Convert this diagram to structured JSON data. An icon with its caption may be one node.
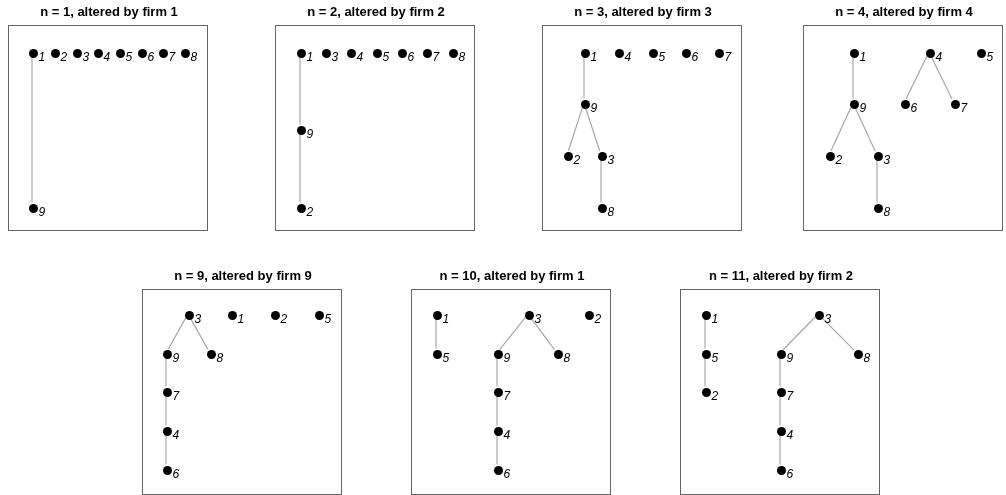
{
  "diagram": {
    "nodes": [
      {
        "text": [
          "n = 1, altered by firm 1"
        ]
      },
      {
        "text": [
          "1"
        ],
        "in": 0
      },
      {
        "text": [
          "2"
        ],
        "in": 0
      },
      {
        "text": [
          "3"
        ],
        "in": 0
      },
      {
        "text": [
          "4"
        ],
        "in": 0
      },
      {
        "text": [
          "5"
        ],
        "in": 0
      },
      {
        "text": [
          "6"
        ],
        "in": 0
      },
      {
        "text": [
          "7"
        ],
        "in": 0
      },
      {
        "text": [
          "8"
        ],
        "in": 0
      },
      {
        "text": [
          "9"
        ],
        "in": 0
      },
      {
        "text": [
          "n = 2, altered by firm 2"
        ]
      },
      {
        "text": [
          "1"
        ],
        "in": 10
      },
      {
        "text": [
          "3"
        ],
        "in": 10
      },
      {
        "text": [
          "4"
        ],
        "in": 10
      },
      {
        "text": [
          "5"
        ],
        "in": 10
      },
      {
        "text": [
          "6"
        ],
        "in": 10
      },
      {
        "text": [
          "7"
        ],
        "in": 10
      },
      {
        "text": [
          "8"
        ],
        "in": 10
      },
      {
        "text": [
          "9"
        ],
        "in": 10
      },
      {
        "text": [
          "2"
        ],
        "in": 10
      },
      {
        "text": [
          "n = 3, altered by firm 3"
        ]
      },
      {
        "text": [
          "1"
        ],
        "in": 20
      },
      {
        "text": [
          "4"
        ],
        "in": 20
      },
      {
        "text": [
          "5"
        ],
        "in": 20
      },
      {
        "text": [
          "6"
        ],
        "in": 20
      },
      {
        "text": [
          "7"
        ],
        "in": 20
      },
      {
        "text": [
          "9"
        ],
        "in": 20
      },
      {
        "text": [
          "2"
        ],
        "in": 20
      },
      {
        "text": [
          "3"
        ],
        "in": 20
      },
      {
        "text": [
          "8"
        ],
        "in": 20
      },
      {
        "text": [
          "n = 4, altered by firm 4"
        ]
      },
      {
        "text": [
          "1"
        ],
        "in": 30
      },
      {
        "text": [
          "4"
        ],
        "in": 30
      },
      {
        "text": [
          "5"
        ],
        "in": 30
      },
      {
        "text": [
          "9"
        ],
        "in": 30
      },
      {
        "text": [
          "6"
        ],
        "in": 30
      },
      {
        "text": [
          "7"
        ],
        "in": 30
      },
      {
        "text": [
          "2"
        ],
        "in": 30
      },
      {
        "text": [
          "3"
        ],
        "in": 30
      },
      {
        "text": [
          "8"
        ],
        "in": 30
      },
      {
        "text": [
          "n = 9, altered by firm 9"
        ]
      },
      {
        "text": [
          "3"
        ],
        "in": 40
      },
      {
        "text": [
          "1"
        ],
        "in": 40
      },
      {
        "text": [
          "2"
        ],
        "in": 40
      },
      {
        "text": [
          "5"
        ],
        "in": 40
      },
      {
        "text": [
          "9"
        ],
        "in": 40
      },
      {
        "text": [
          "8"
        ],
        "in": 40
      },
      {
        "text": [
          "7"
        ],
        "in": 40
      },
      {
        "text": [
          "4"
        ],
        "in": 40
      },
      {
        "text": [
          "6"
        ],
        "in": 40
      },
      {
        "text": [
          "n = 10, altered by firm 1"
        ]
      },
      {
        "text": [
          "1"
        ],
        "in": 50
      },
      {
        "text": [
          "3"
        ],
        "in": 50
      },
      {
        "text": [
          "2"
        ],
        "in": 50
      },
      {
        "text": [
          "5"
        ],
        "in": 50
      },
      {
        "text": [
          "9"
        ],
        "in": 50
      },
      {
        "text": [
          "8"
        ],
        "in": 50
      },
      {
        "text": [
          "7"
        ],
        "in": 50
      },
      {
        "text": [
          "4"
        ],
        "in": 50
      },
      {
        "text": [
          "6"
        ],
        "in": 50
      },
      {
        "text": [
          "n = 11, altered by firm 2"
        ]
      },
      {
        "text": [
          "1"
        ],
        "in": 60
      },
      {
        "text": [
          "3"
        ],
        "in": 60
      },
      {
        "text": [
          "5"
        ],
        "in": 60
      },
      {
        "text": [
          "9"
        ],
        "in": 60
      },
      {
        "text": [
          "8"
        ],
        "in": 60
      },
      {
        "text": [
          "2"
        ],
        "in": 60
      },
      {
        "text": [
          "7"
        ],
        "in": 60
      },
      {
        "text": [
          "4"
        ],
        "in": 60
      },
      {
        "text": [
          "6"
        ],
        "in": 60
      }
    ],
    "edges": [
      {
        "from": 1,
        "to": 9,
        "arrow": "none"
      },
      {
        "from": 11,
        "to": 18,
        "arrow": "none"
      },
      {
        "from": 18,
        "to": 19,
        "arrow": "none"
      },
      {
        "from": 21,
        "to": 26,
        "arrow": "none"
      },
      {
        "from": 26,
        "to": 27,
        "arrow": "none"
      },
      {
        "from": 26,
        "to": 28,
        "arrow": "none"
      },
      {
        "from": 28,
        "to": 29,
        "arrow": "none"
      },
      {
        "from": 31,
        "to": 34,
        "arrow": "none"
      },
      {
        "from": 34,
        "to": 37,
        "arrow": "none"
      },
      {
        "from": 34,
        "to": 38,
        "arrow": "none"
      },
      {
        "from": 38,
        "to": 39,
        "arrow": "none"
      },
      {
        "from": 32,
        "to": 35,
        "arrow": "none"
      },
      {
        "from": 32,
        "to": 36,
        "arrow": "none"
      },
      {
        "from": 41,
        "to": 45,
        "arrow": "none"
      },
      {
        "from": 41,
        "to": 46,
        "arrow": "none"
      },
      {
        "from": 45,
        "to": 47,
        "arrow": "none"
      },
      {
        "from": 47,
        "to": 48,
        "arrow": "none"
      },
      {
        "from": 48,
        "to": 49,
        "arrow": "none"
      },
      {
        "from": 51,
        "to": 54,
        "arrow": "none"
      },
      {
        "from": 52,
        "to": 55,
        "arrow": "none"
      },
      {
        "from": 52,
        "to": 56,
        "arrow": "none"
      },
      {
        "from": 55,
        "to": 57,
        "arrow": "none"
      },
      {
        "from": 57,
        "to": 58,
        "arrow": "none"
      },
      {
        "from": 58,
        "to": 59,
        "arrow": "none"
      },
      {
        "from": 61,
        "to": 63,
        "arrow": "none"
      },
      {
        "from": 63,
        "to": 66,
        "arrow": "none"
      },
      {
        "from": 62,
        "to": 64,
        "arrow": "none"
      },
      {
        "from": 62,
        "to": 65,
        "arrow": "none"
      },
      {
        "from": 64,
        "to": 67,
        "arrow": "none"
      },
      {
        "from": 67,
        "to": 68,
        "arrow": "none"
      },
      {
        "from": 68,
        "to": 69,
        "arrow": "none"
      }
    ]
  }
}
